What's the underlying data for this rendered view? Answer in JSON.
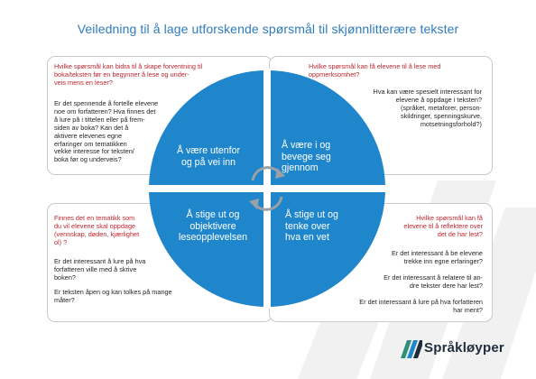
{
  "title": "Veiledning til å lage utforskende spørsmål til skjønnlitterære tekster",
  "quadrants": {
    "top_left": {
      "label": "Å være utenfor\nog på vei inn",
      "question_red": "Hvilke spørsmål kan bidra til å skape forventning til\nboka/teksten før en begynner å lese og under-\nveis mens en leser?",
      "examples": "Er det spennende å fortelle elevene\nnoe om forfatteren? Hva finnes det\nå lure på i tittelen eller på frem-\nsiden av boka? Kan det å\naktivere elevenes egne\nerfaringer om tematikken\nvekke interesse for teksten/\nboka før og underveis?"
    },
    "top_right": {
      "label": "Å være i og\nbevege seg\ngjennom",
      "question_red": "Hvilke spørsmål kan få elevene til å lese med\noppmerksomhet?",
      "examples": "Hva kan være spesielt interessant for\nelevene å oppdage i teksten?\n(språket, metaforer, person-\nskildringer, spenningskurve,\nmotsetningsforhold?)"
    },
    "bottom_left": {
      "label": "Å stige ut og\nobjektivere\nleseopplevelsen",
      "question_red": "Finnes det en tematikk som\ndu vil elevene skal oppdage\n(vennskap, døden, kjærlighet\nol) ?",
      "example_1": "Er det interessant å lure på hva\nforfatteren ville med å skrive\nboken?",
      "example_2": "Er teksten åpen og kan tolkes på mange\nmåter?"
    },
    "bottom_right": {
      "label": "Å stige ut og\ntenke over\nhva en vet",
      "question_red": "Hvilke spørsmål kan få\nelevene til å reflektere over\ndet de har lest?",
      "example_1": "Er det interessant å be elevene\ntrekke inn egne erfaringer?",
      "example_2": "Er det interessant å relatere til an-\ndre tekster dere har lest?",
      "example_3": "Er det interessant å lure på hva forfatteren\nhar ment?"
    }
  },
  "logo": {
    "text": "Språkløyper",
    "icon": "sprakloyper-logo-icon"
  },
  "colors": {
    "circle": "#1f86cc",
    "title": "#2f7bbf",
    "question": "#c0262d",
    "arrows": "#9aa0a6"
  }
}
